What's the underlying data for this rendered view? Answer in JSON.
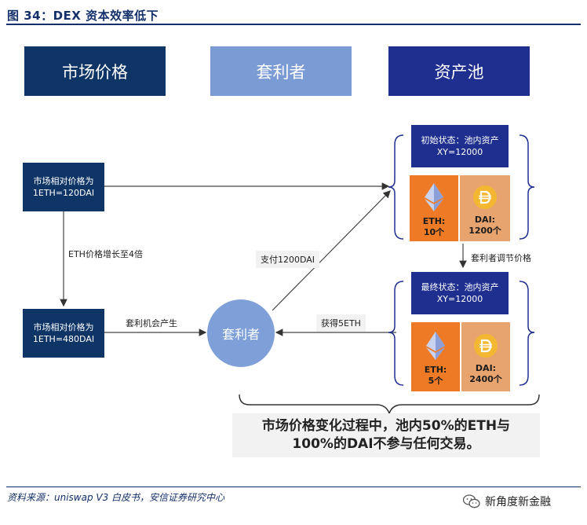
{
  "figure_title": "图 34：DEX 资本效率低下",
  "headers": {
    "market_price": "市场价格",
    "arbitrageur": "套利者",
    "pool": "资产池"
  },
  "left_boxes": {
    "initial": "市场相对价格为\n1ETH=120DAI",
    "final": "市场相对价格为\n1ETH=480DAI"
  },
  "labels": {
    "eth_up": "ETH价格增长至4倍",
    "arb_opportunity": "套利机会产生",
    "pay": "支付1200DAI",
    "receive": "获得5ETH",
    "adjust": "套利者调节价格"
  },
  "arbitrageur_circle": "套利者",
  "pool_initial": {
    "title": "初始状态：池内资产\nXY=12000",
    "eth": "ETH:\n10个",
    "dai": "DAI:\n1200个"
  },
  "pool_final": {
    "title": "最终状态：池内资产\nXY=12000",
    "eth": "ETH:\n5个",
    "dai": "DAI:\n2400个"
  },
  "summary": "市场价格变化过程中，池内50%的ETH与\n100%的DAI不参与任何交易。",
  "source": "资料来源：uniswap V3 白皮书，安信证券研究中心",
  "brand": "新角度新金融",
  "colors": {
    "navy": "#0f3566",
    "light_blue": "#7b9bd4",
    "royal": "#1e2f8f",
    "eth_orange": "#ef7a26",
    "dai_orange": "#e8a46e",
    "circle": "#7e9fd8"
  },
  "icons": [
    "ethereum-icon",
    "dai-icon",
    "wechat-icon"
  ]
}
